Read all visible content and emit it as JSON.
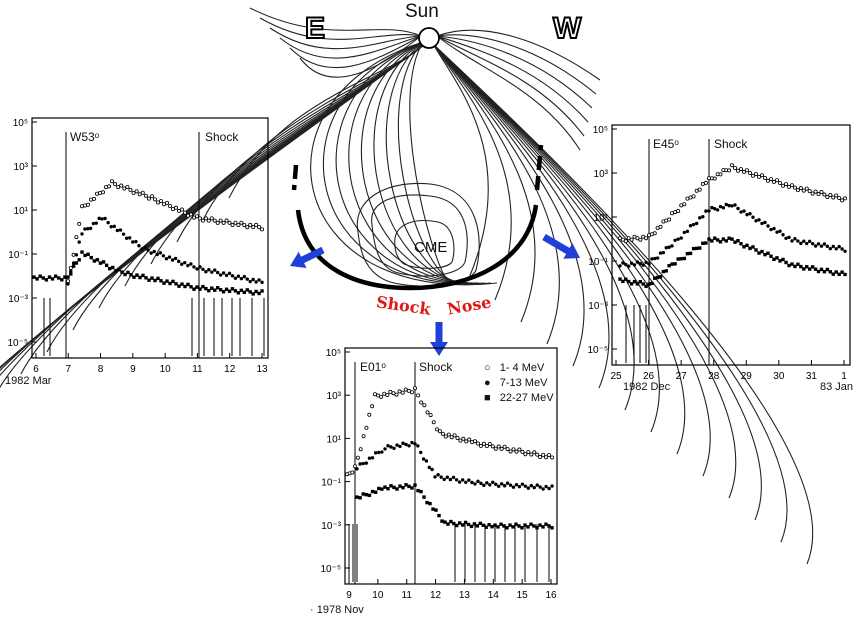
{
  "diagram": {
    "sun_label": "Sun",
    "east_label": "E",
    "west_label": "W",
    "cme_label": "CME",
    "shock_label": "Shock",
    "nose_label": "Nose"
  },
  "legend": [
    {
      "symbol": "open-circle",
      "label": "1- 4 MeV"
    },
    {
      "symbol": "filled-circle",
      "label": "7-13 MeV"
    },
    {
      "symbol": "filled-square",
      "label": "22-27 MeV"
    }
  ],
  "panels": {
    "left": {
      "location": "W53ᵒ",
      "shock": "Shock",
      "date": "1982 Mar",
      "y_ticks": [
        "10⁵",
        "10³",
        "10¹",
        "10⁻¹",
        "10⁻³",
        "10⁻⁵"
      ],
      "x_ticks": [
        "6",
        "7",
        "8",
        "9",
        "10",
        "11",
        "12",
        "13"
      ]
    },
    "bottom": {
      "location": "E01ᵒ",
      "shock": "Shock",
      "date": "· 1978 Nov",
      "y_ticks": [
        "10⁵",
        "10³",
        "10¹",
        "10⁻¹",
        "10⁻³",
        "10⁻⁵"
      ],
      "x_ticks": [
        "9",
        "10",
        "11",
        "12",
        "13",
        "14",
        "15",
        "16"
      ]
    },
    "right": {
      "location": "E45ᵒ",
      "shock": "Shock",
      "date": "1982 Dec",
      "date_end": "83 Jan",
      "y_ticks": [
        "10⁵",
        "10³",
        "10¹",
        "10⁻¹",
        "10⁻³",
        "10⁻⁵"
      ],
      "x_ticks": [
        "25",
        "26",
        "27",
        "28",
        "29",
        "30",
        "31",
        "1"
      ]
    }
  },
  "colors": {
    "arrow": "#1e3fd8",
    "shock_text": "#e01818",
    "ink": "#111111"
  }
}
